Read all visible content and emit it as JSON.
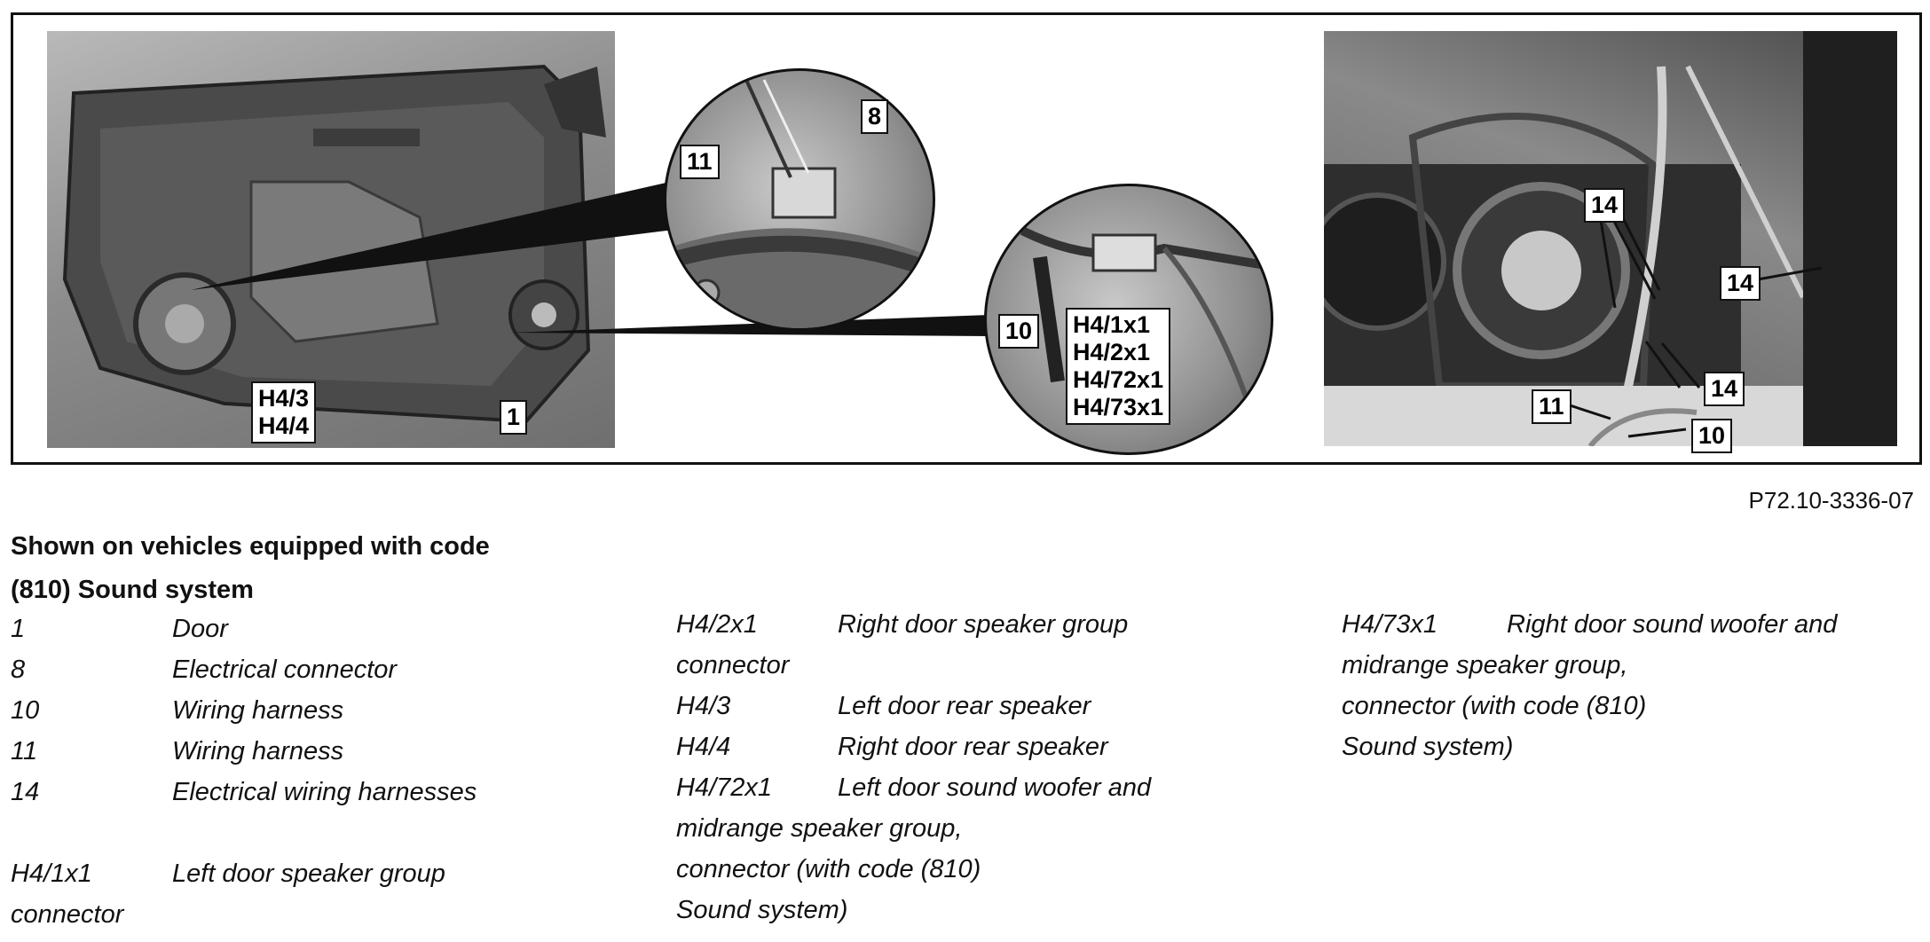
{
  "figure": {
    "reference": "P72.10-3336-07",
    "callouts_left": [
      "H4/3",
      "H4/4",
      "1"
    ],
    "callouts_inset_top": [
      "11",
      "8"
    ],
    "callouts_inset_bottom": [
      "10",
      "H4/1x1",
      "H4/2x1",
      "H4/72x1",
      "H4/73x1"
    ],
    "callouts_right": [
      "14",
      "14",
      "14",
      "14",
      "11",
      "10"
    ]
  },
  "heading": {
    "line1": "Shown on vehicles equipped with code",
    "line2": "(810) Sound system"
  },
  "legend": {
    "col1": [
      {
        "code": "1",
        "desc": "Door"
      },
      {
        "code": "8",
        "desc": "Electrical connector"
      },
      {
        "code": "10",
        "desc": "Wiring harness"
      },
      {
        "code": "11",
        "desc": "Wiring harness"
      },
      {
        "code": "14",
        "desc": "Electrical wiring harnesses"
      }
    ],
    "col1_extra": {
      "code": "H4/1x1",
      "desc": "Left door speaker group",
      "cont": "connector"
    },
    "col2": {
      "h42x1": {
        "code": "H4/2x1",
        "desc": "Right door speaker group",
        "cont": "connector"
      },
      "h43": {
        "code": "H4/3",
        "desc": "Left door rear speaker"
      },
      "h44": {
        "code": "H4/4",
        "desc": "Right door rear speaker"
      },
      "h472x1": {
        "code": "H4/72x1",
        "desc": "Left door sound woofer and",
        "cont1": "midrange speaker group,",
        "cont2": "connector (with code (810)",
        "cont3": "Sound system)"
      }
    },
    "col3": {
      "h473x1": {
        "code": "H4/73x1",
        "desc": "Right door sound woofer and",
        "cont1": "midrange speaker group,",
        "cont2": "connector (with code (810)",
        "cont3": "Sound system)"
      }
    }
  }
}
